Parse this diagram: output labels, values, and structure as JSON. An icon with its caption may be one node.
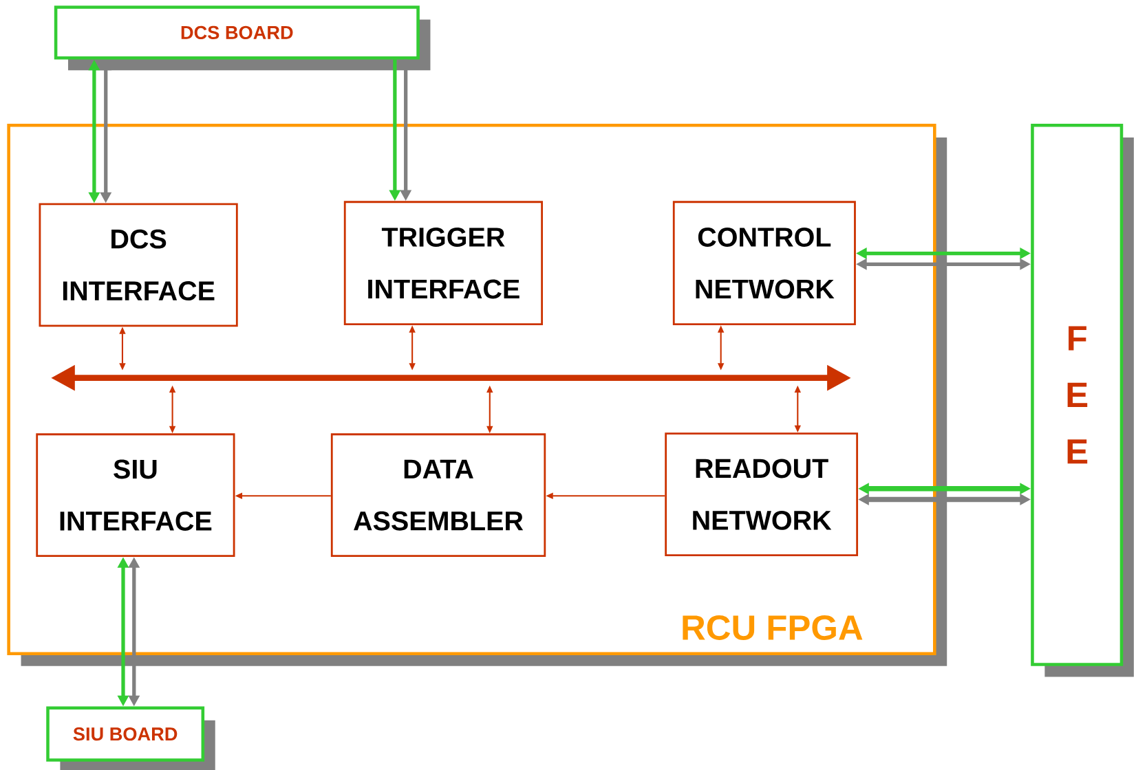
{
  "diagram": {
    "nodes": [
      {
        "text": [
          "DCS BOARD"
        ]
      },
      {
        "text": [
          "RCU FPGA"
        ]
      },
      {
        "text": [
          "DCS INTERFACE"
        ],
        "in": 1
      },
      {
        "text": [
          "TRIGGER INTERFACE"
        ],
        "in": 1
      },
      {
        "text": [
          "CONTROL NETWORK"
        ],
        "in": 1
      },
      {
        "text": [],
        "shape": "bar",
        "in": 1
      },
      {
        "text": [
          "SIU INTERFACE"
        ],
        "in": 1
      },
      {
        "text": [
          "DATA ASSEMBLER"
        ],
        "in": 1
      },
      {
        "text": [
          "READOUT NETWORK"
        ],
        "in": 1
      },
      {
        "text": [
          "F E E"
        ]
      },
      {
        "text": [
          "SIU BOARD"
        ]
      }
    ],
    "edges": [
      {
        "from": 0,
        "to": 2,
        "arrow": "both",
        "color": "#33cc33"
      },
      {
        "from": 0,
        "to": 2,
        "arrow": "both",
        "color": "#808080"
      },
      {
        "from": 0,
        "to": 3,
        "arrow": "to",
        "color": "#33cc33"
      },
      {
        "from": 0,
        "to": 3,
        "arrow": "to",
        "color": "#808080"
      },
      {
        "from": 4,
        "to": 9,
        "arrow": "both",
        "color": "#33cc33"
      },
      {
        "from": 4,
        "to": 9,
        "arrow": "both",
        "color": "#808080"
      },
      {
        "from": 2,
        "to": 5,
        "arrow": "both"
      },
      {
        "from": 3,
        "to": 5,
        "arrow": "both"
      },
      {
        "from": 4,
        "to": 5,
        "arrow": "both"
      },
      {
        "from": 6,
        "to": 5,
        "arrow": "both"
      },
      {
        "from": 7,
        "to": 5,
        "arrow": "both"
      },
      {
        "from": 8,
        "to": 5,
        "arrow": "both"
      },
      {
        "from": 8,
        "to": 7,
        "arrow": "to"
      },
      {
        "from": 7,
        "to": 6,
        "arrow": "to"
      },
      {
        "from": 8,
        "to": 9,
        "arrow": "both",
        "color": "#33cc33"
      },
      {
        "from": 8,
        "to": 9,
        "arrow": "both",
        "color": "#808080"
      },
      {
        "from": 10,
        "to": 6,
        "arrow": "both",
        "color": "#33cc33"
      },
      {
        "from": 10,
        "to": 6,
        "arrow": "both",
        "color": "#808080"
      }
    ]
  }
}
